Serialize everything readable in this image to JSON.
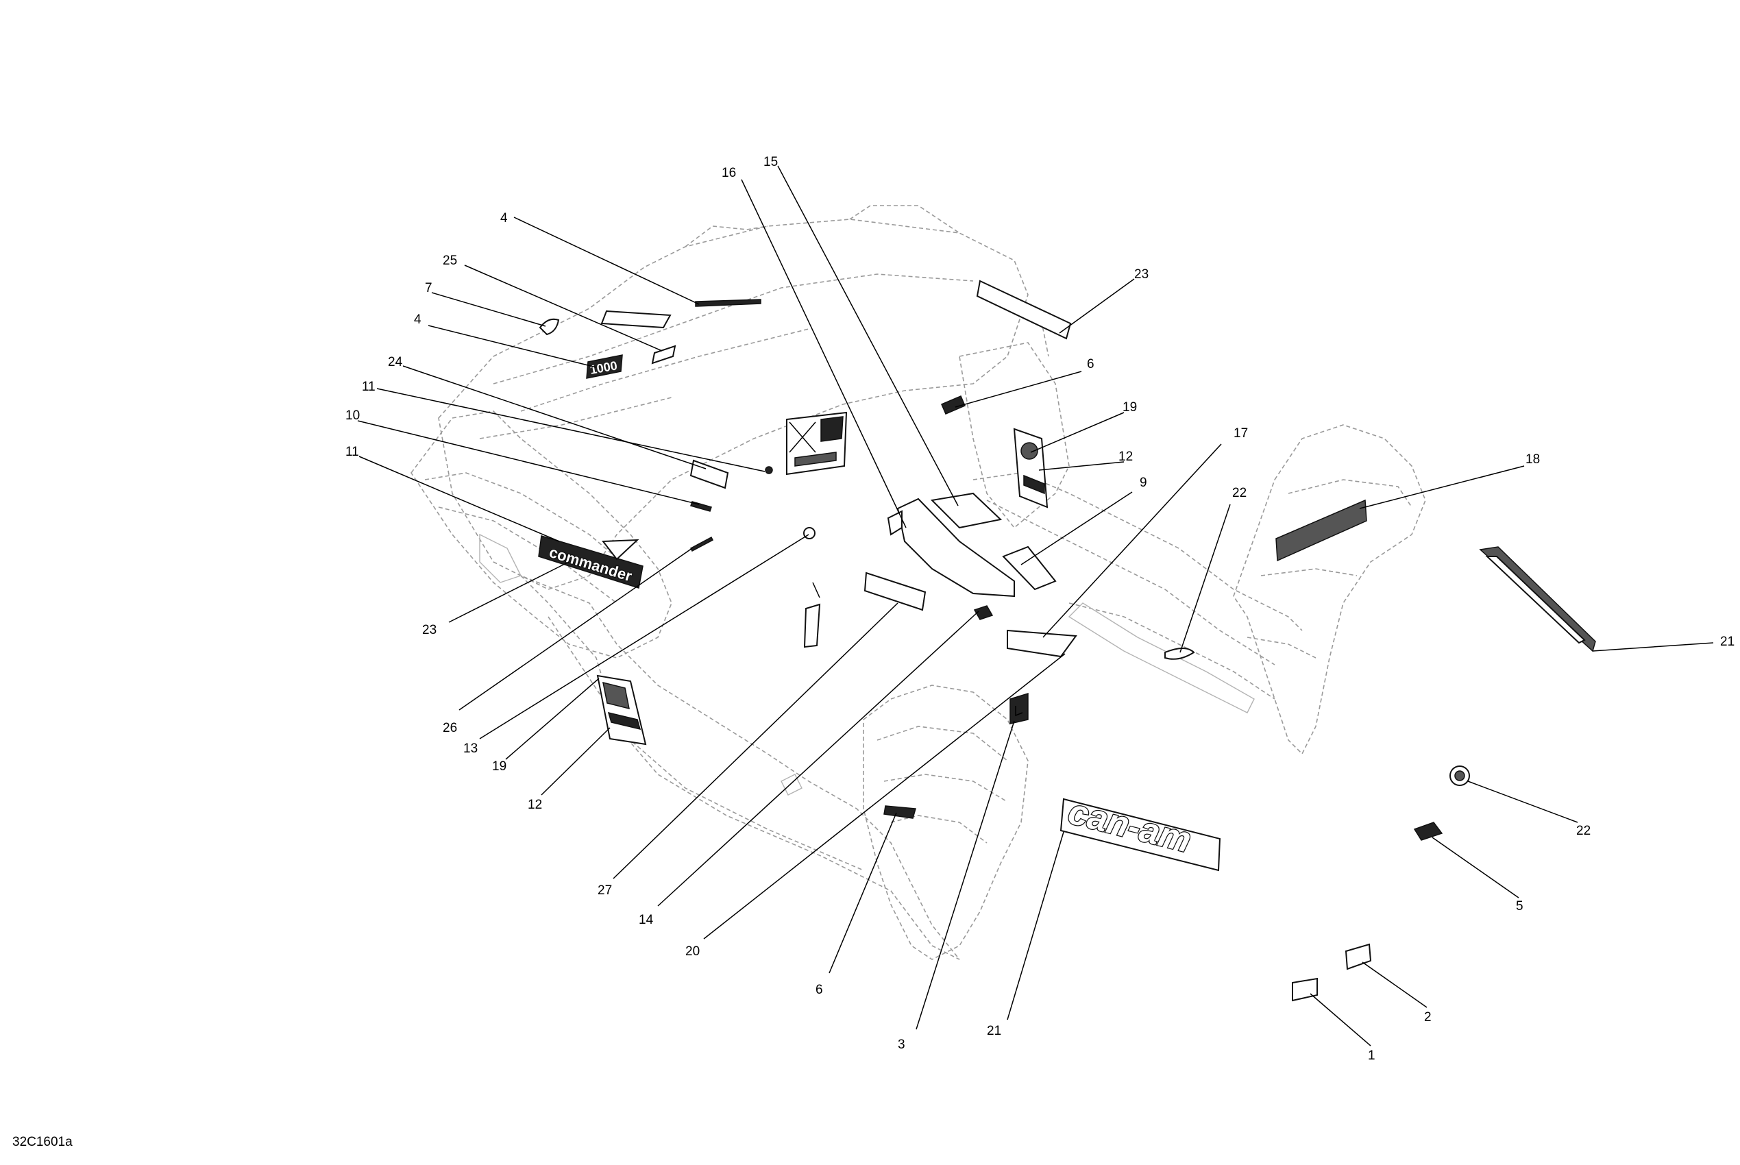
{
  "drawing_code": "32C1601a",
  "decal_text": {
    "brand": "can-am",
    "model": "commander",
    "displacement": "1000"
  },
  "callouts": [
    {
      "id": "c16a",
      "label": "16"
    },
    {
      "id": "c15a",
      "label": "15"
    },
    {
      "id": "c4a",
      "label": "4"
    },
    {
      "id": "c25",
      "label": "25"
    },
    {
      "id": "c7",
      "label": "7"
    },
    {
      "id": "c4b",
      "label": "4"
    },
    {
      "id": "c24",
      "label": "24"
    },
    {
      "id": "c11a",
      "label": "11"
    },
    {
      "id": "c10",
      "label": "10"
    },
    {
      "id": "c11b",
      "label": "11"
    },
    {
      "id": "c23a",
      "label": "23"
    },
    {
      "id": "c23b",
      "label": "23"
    },
    {
      "id": "c6a",
      "label": "6"
    },
    {
      "id": "c19a",
      "label": "19"
    },
    {
      "id": "c12a",
      "label": "12"
    },
    {
      "id": "c9",
      "label": "9"
    },
    {
      "id": "c17",
      "label": "17"
    },
    {
      "id": "c22a",
      "label": "22"
    },
    {
      "id": "c18",
      "label": "18"
    },
    {
      "id": "c21a",
      "label": "21"
    },
    {
      "id": "c26",
      "label": "26"
    },
    {
      "id": "c13",
      "label": "13"
    },
    {
      "id": "c19b",
      "label": "19"
    },
    {
      "id": "c12b",
      "label": "12"
    },
    {
      "id": "c27",
      "label": "27"
    },
    {
      "id": "c14",
      "label": "14"
    },
    {
      "id": "c20",
      "label": "20"
    },
    {
      "id": "c6b",
      "label": "6"
    },
    {
      "id": "c3",
      "label": "3"
    },
    {
      "id": "c21b",
      "label": "21"
    },
    {
      "id": "c22b",
      "label": "22"
    },
    {
      "id": "c5",
      "label": "5"
    },
    {
      "id": "c2",
      "label": "2"
    },
    {
      "id": "c1",
      "label": "1"
    }
  ]
}
